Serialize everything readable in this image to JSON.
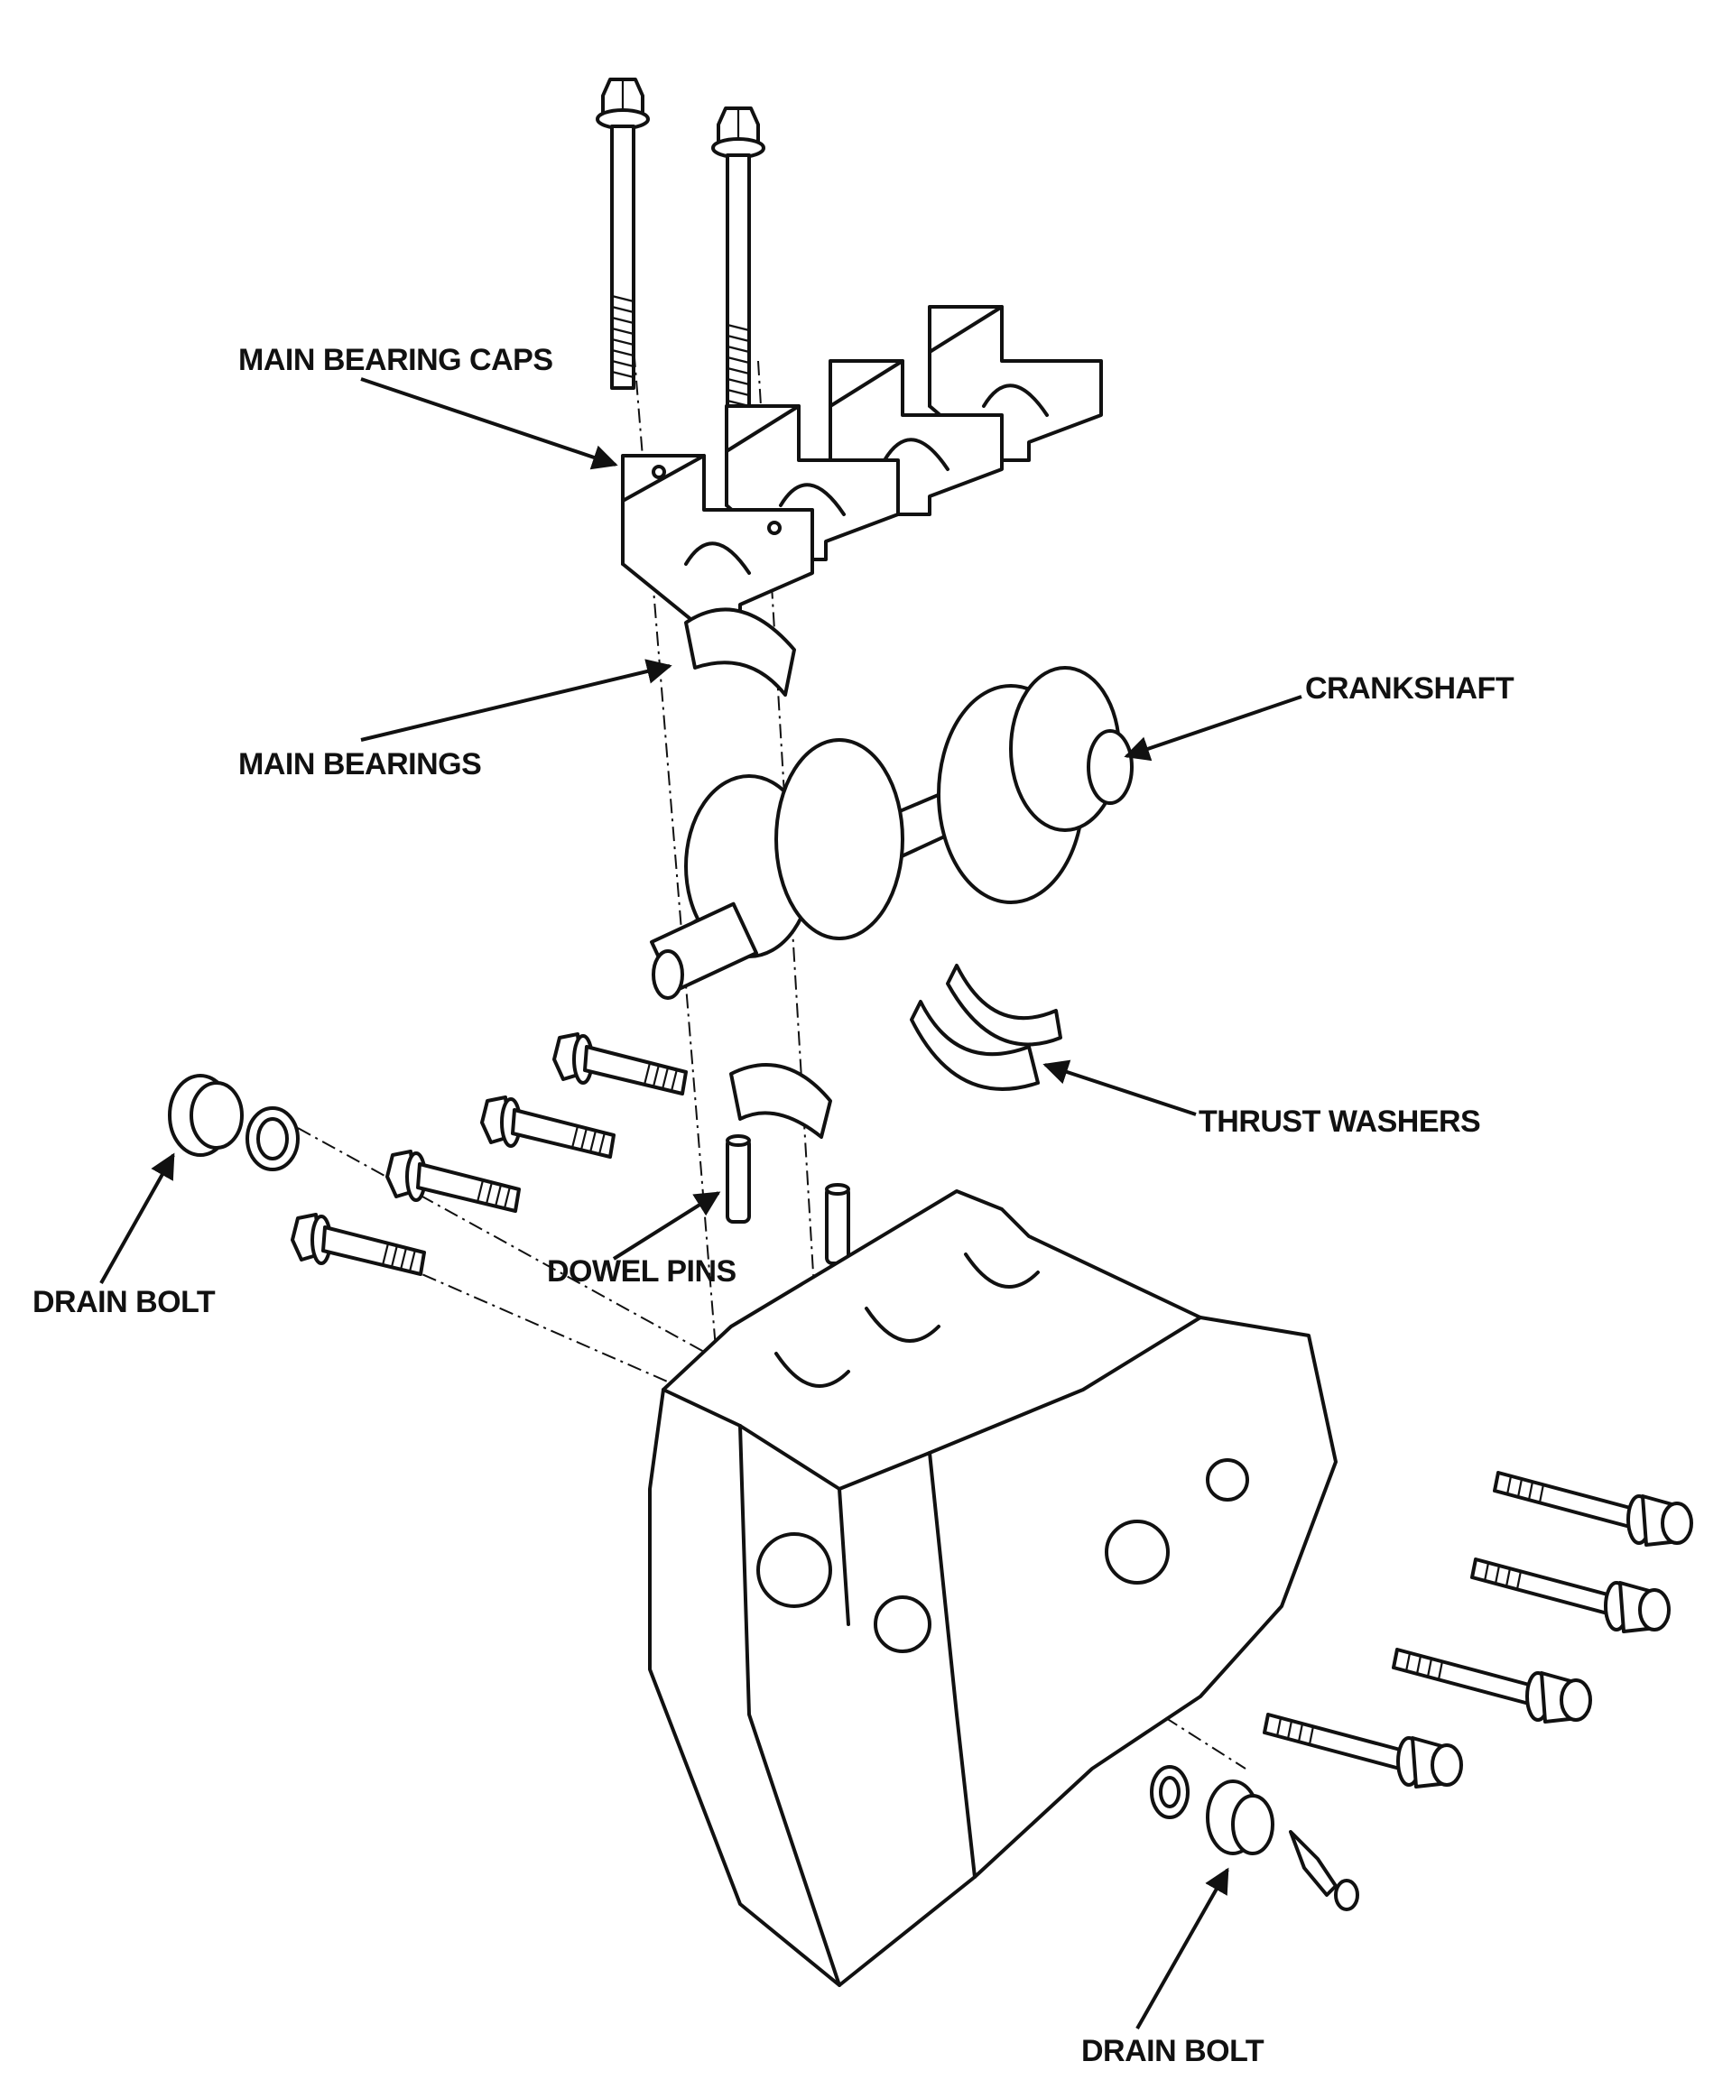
{
  "labels": {
    "main_bearing_caps": "MAIN BEARING CAPS",
    "main_bearings": "MAIN BEARINGS",
    "crankshaft": "CRANKSHAFT",
    "thrust_washers": "THRUST WASHERS",
    "dowel_pins": "DOWEL PINS",
    "drain_bolt_left": "DRAIN BOLT",
    "drain_bolt_bottom": "DRAIN BOLT"
  },
  "colors": {
    "ink": "#111111",
    "paper": "#ffffff"
  }
}
